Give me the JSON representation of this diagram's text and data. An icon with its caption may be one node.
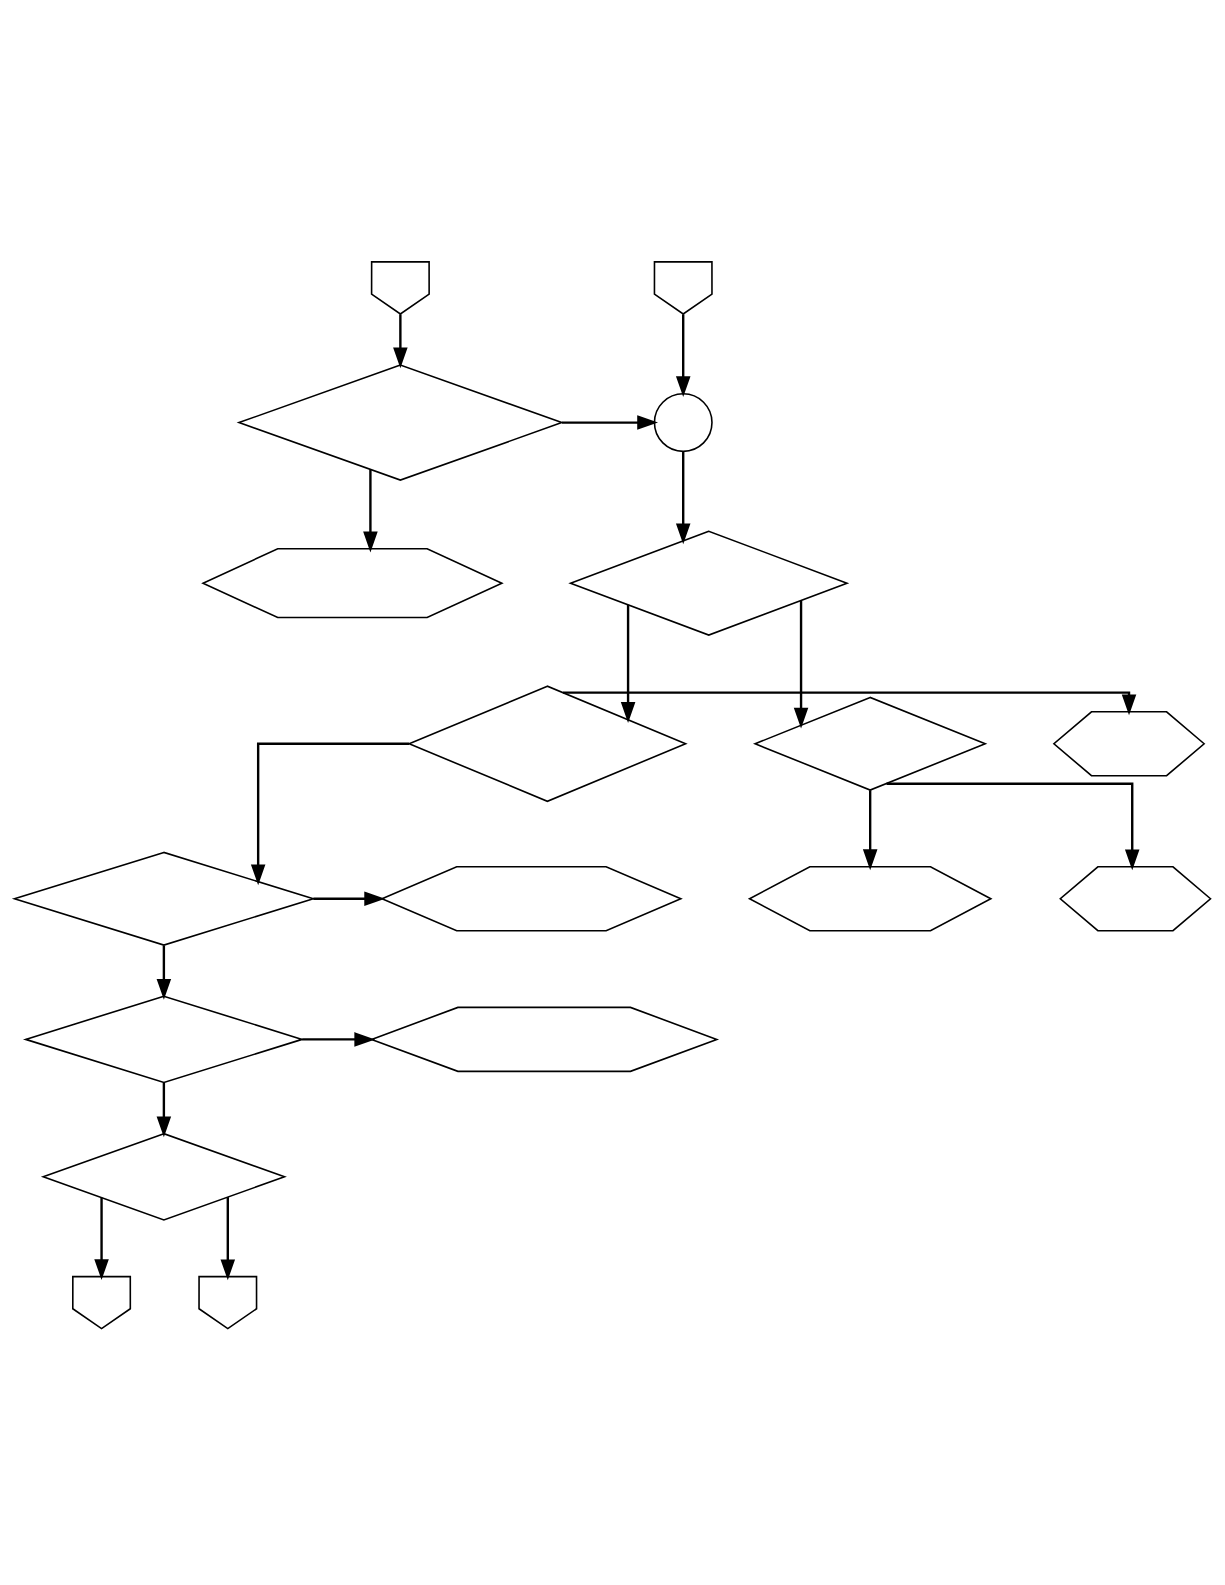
{
  "diagram": {
    "nodes": [
      {
        "text": [],
        "shape": "pentagon"
      },
      {
        "text": [],
        "shape": "pentagon"
      },
      {
        "text": [],
        "shape": "circle"
      },
      {
        "text": [],
        "shape": "diamond"
      },
      {
        "text": [],
        "shape": "diamond"
      },
      {
        "text": [],
        "shape": "hexagon"
      },
      {
        "text": [],
        "shape": "diamond"
      },
      {
        "text": [],
        "shape": "hexagon"
      },
      {
        "text": [],
        "shape": "hexagon"
      },
      {
        "text": [],
        "shape": "diamond"
      },
      {
        "text": [],
        "shape": "hexagon"
      },
      {
        "text": [],
        "shape": "diamond"
      },
      {
        "text": [],
        "shape": "hexagon"
      },
      {
        "text": [],
        "shape": "diamond"
      },
      {
        "text": [],
        "shape": "hexagon"
      },
      {
        "text": [],
        "shape": "diamond"
      },
      {
        "text": [],
        "shape": "pentagon"
      },
      {
        "text": [],
        "shape": "pentagon"
      }
    ],
    "edges": [
      {
        "from": 0,
        "to": 2,
        "arrow": "to"
      },
      {
        "from": 1,
        "to": 3,
        "arrow": "to"
      },
      {
        "from": 3,
        "to": 2,
        "arrow": "to"
      },
      {
        "from": 3,
        "to": 5,
        "arrow": "to"
      },
      {
        "from": 2,
        "to": 4,
        "arrow": "to"
      },
      {
        "from": 4,
        "to": 6,
        "arrow": "to"
      },
      {
        "from": 6,
        "to": 7,
        "arrow": "to"
      },
      {
        "from": 6,
        "to": 8,
        "arrow": "to"
      },
      {
        "from": 4,
        "to": 9,
        "arrow": "to"
      },
      {
        "from": 9,
        "to": 10,
        "arrow": "to"
      },
      {
        "from": 9,
        "to": 11,
        "arrow": "to"
      },
      {
        "from": 11,
        "to": 12,
        "arrow": "to"
      },
      {
        "from": 11,
        "to": 13,
        "arrow": "to"
      },
      {
        "from": 13,
        "to": 14,
        "arrow": "to"
      },
      {
        "from": 13,
        "to": 15,
        "arrow": "to"
      },
      {
        "from": 15,
        "to": 16,
        "arrow": "to"
      },
      {
        "from": 15,
        "to": 17,
        "arrow": "to"
      }
    ]
  }
}
